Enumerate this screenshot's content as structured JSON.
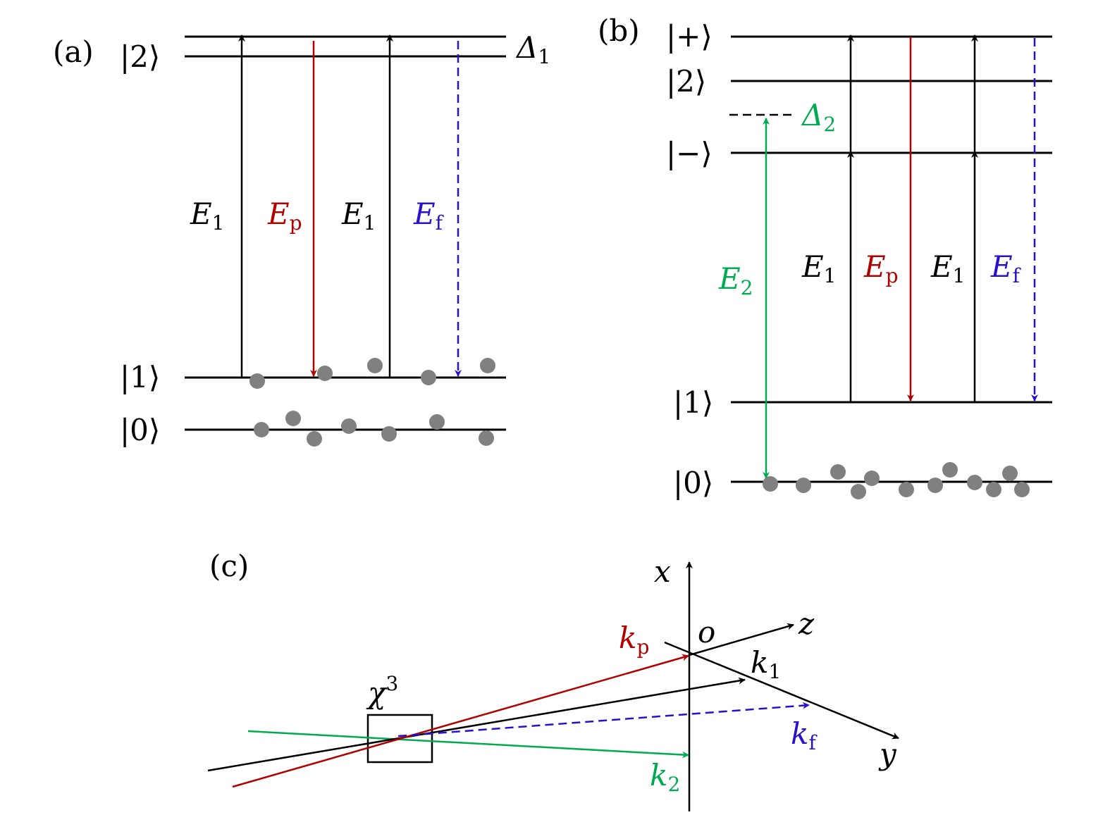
{
  "colors": {
    "probe": "#b00000",
    "fwm": "#2a10cc",
    "coupling2": "#00aa50",
    "atom": "#808080",
    "line": "#000000"
  },
  "panel_a": {
    "label": "(a)",
    "levels": {
      "two": "|2⟩",
      "one": "|1⟩",
      "zero": "|0⟩"
    },
    "detuning": {
      "main": "Δ",
      "sub": "1"
    },
    "fields": [
      {
        "main": "E",
        "sub": "1"
      },
      {
        "main": "E",
        "sub": "p"
      },
      {
        "main": "E",
        "sub": "1"
      },
      {
        "main": "E",
        "sub": "f"
      }
    ]
  },
  "panel_b": {
    "label": "(b)",
    "levels": {
      "plus": "|+⟩",
      "two": "|2⟩",
      "minus": "|−⟩",
      "one": "|1⟩",
      "zero": "|0⟩"
    },
    "detuning": {
      "main": "Δ",
      "sub": "2"
    },
    "coupling": {
      "main": "E",
      "sub": "2"
    },
    "fields": [
      {
        "main": "E",
        "sub": "1"
      },
      {
        "main": "E",
        "sub": "p"
      },
      {
        "main": "E",
        "sub": "1"
      },
      {
        "main": "E",
        "sub": "f"
      }
    ]
  },
  "panel_c": {
    "label": "(c)",
    "axes": {
      "x": "x",
      "y": "y",
      "z": "z",
      "origin": "o"
    },
    "medium": {
      "main": "χ",
      "sup": "3"
    },
    "beams": {
      "kp": {
        "main": "k",
        "sub": "p"
      },
      "k1": {
        "main": "k",
        "sub": "1"
      },
      "kf": {
        "main": "k",
        "sub": "f"
      },
      "k2": {
        "main": "k",
        "sub": "2"
      }
    }
  }
}
